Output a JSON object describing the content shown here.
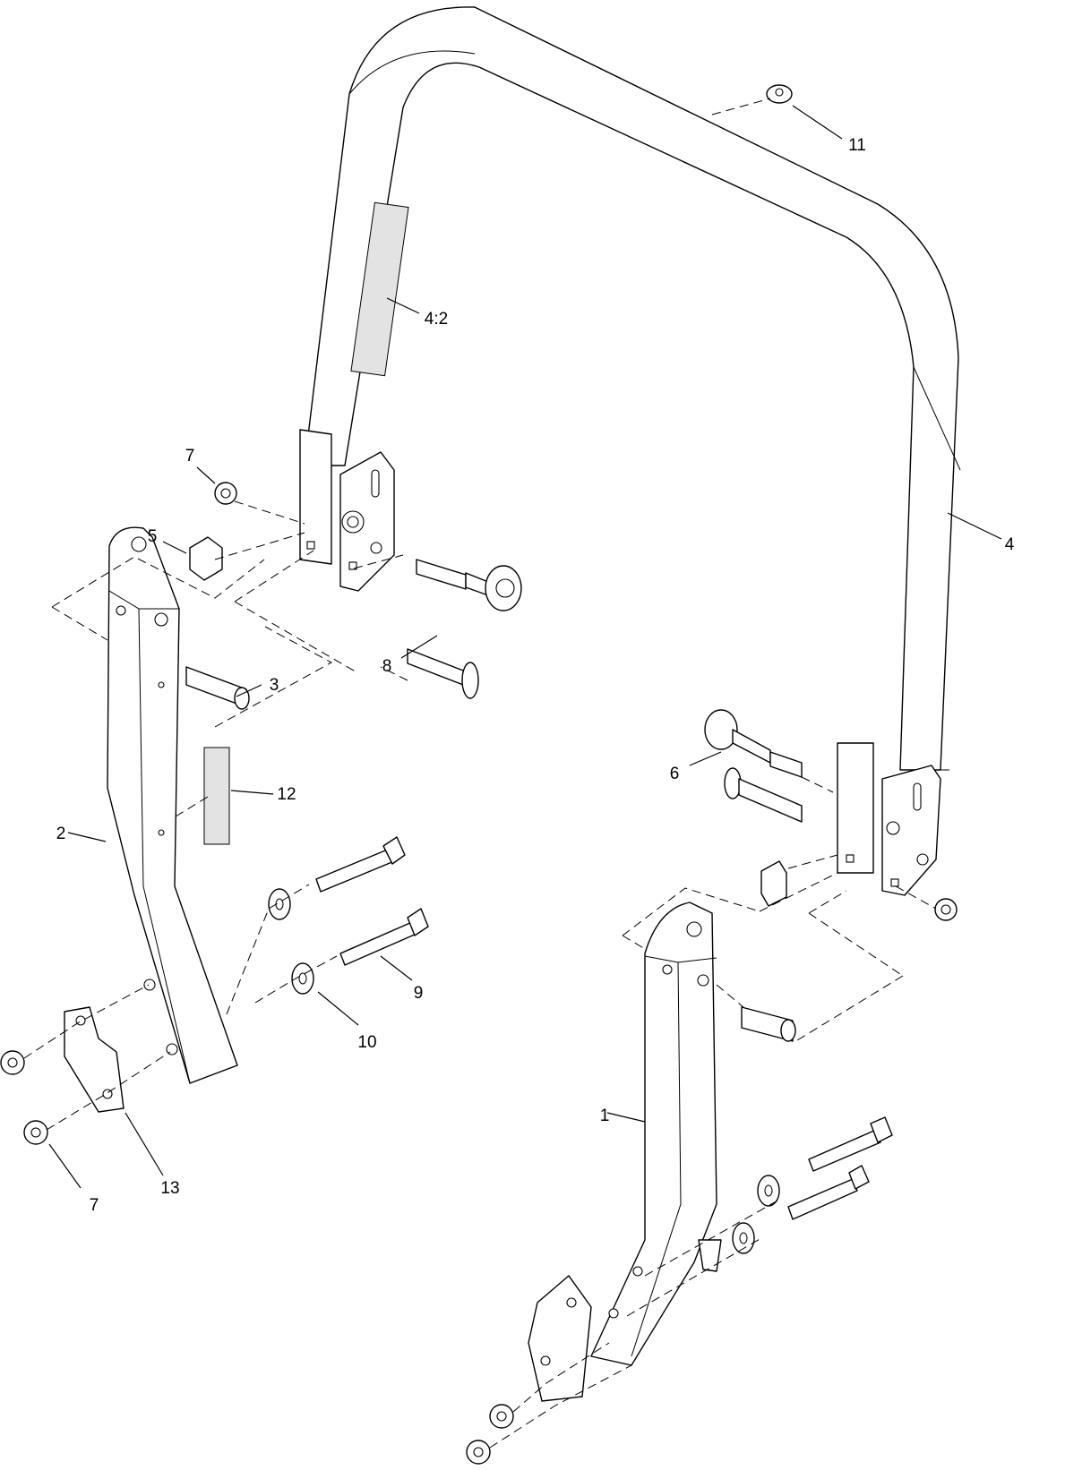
{
  "callouts": [
    {
      "label": "1"
    },
    {
      "label": "2"
    },
    {
      "label": "3"
    },
    {
      "label": "4"
    },
    {
      "label": "4:2"
    },
    {
      "label": "5"
    },
    {
      "label": "6"
    },
    {
      "label": "7"
    },
    {
      "label": "7"
    },
    {
      "label": "8"
    },
    {
      "label": "9"
    },
    {
      "label": "10"
    },
    {
      "label": "11"
    },
    {
      "label": "12"
    },
    {
      "label": "13"
    }
  ]
}
